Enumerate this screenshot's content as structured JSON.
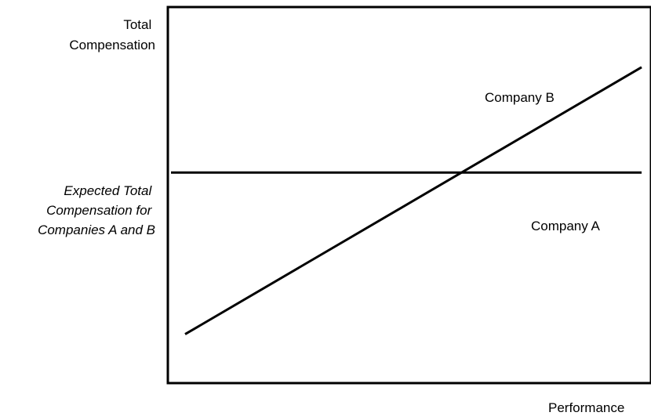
{
  "chart_data": {
    "type": "line",
    "ylabel": [
      "Total",
      "Compensation"
    ],
    "xlabel": "Performance",
    "y_tick_annotation": [
      "Expected Total",
      "Compensation for",
      "Companies A and B"
    ],
    "x_range": [
      0,
      100
    ],
    "y_range": [
      0,
      100
    ],
    "grid": false,
    "series": [
      {
        "name": "Company A",
        "x": [
          0,
          100
        ],
        "y": [
          56,
          56
        ]
      },
      {
        "name": "Company B",
        "x": [
          3,
          100
        ],
        "y": [
          13,
          84
        ]
      }
    ]
  }
}
